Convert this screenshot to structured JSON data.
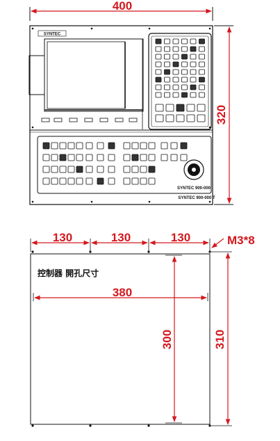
{
  "top_view": {
    "width_dim": "400",
    "height_dim": "320",
    "brand": "SYNTEC",
    "model_label": "SYNTEC 900-000",
    "plate_label": "SYNTEC 900-000 T"
  },
  "cutout_view": {
    "spacing_dims": [
      "130",
      "130",
      "130"
    ],
    "screw_note": "M3*8",
    "title": "控制器 開孔尺寸",
    "inner_width_dim": "380",
    "inner_height_dim": "300",
    "outer_height_dim": "310"
  },
  "colors": {
    "dimension": "#d4181e",
    "line": "#111111"
  }
}
